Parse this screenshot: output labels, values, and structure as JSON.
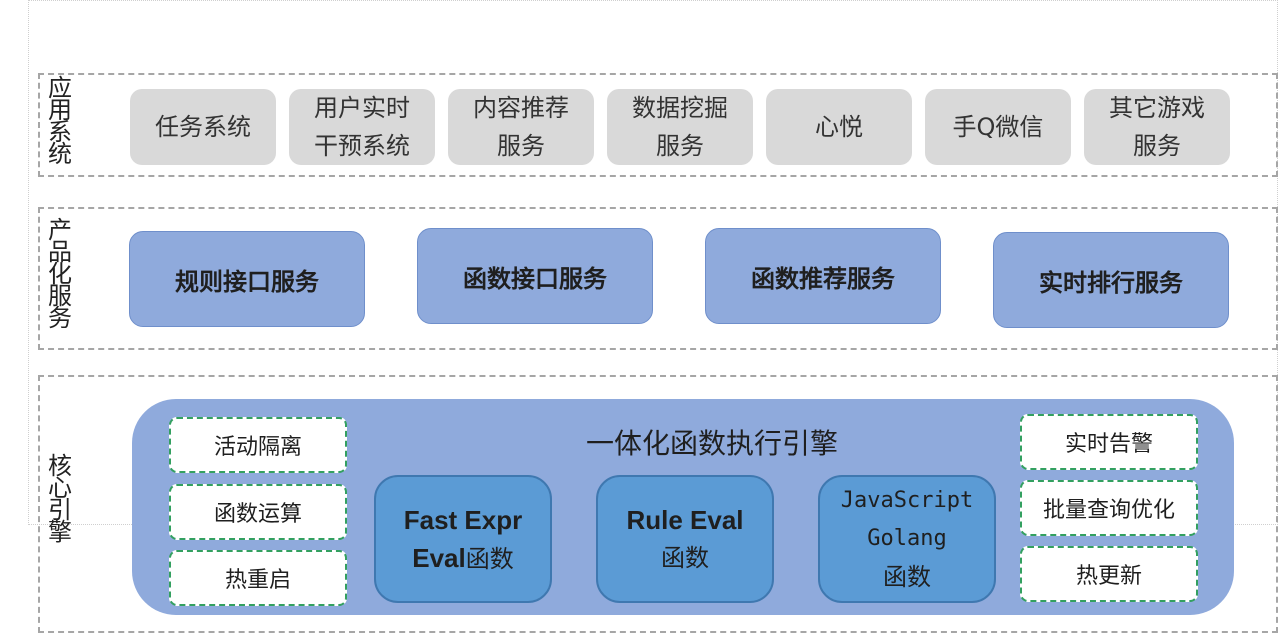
{
  "layers": {
    "app": {
      "label": [
        "应",
        "用",
        "系",
        "统"
      ],
      "boxes": [
        {
          "lines": [
            "任务系统"
          ]
        },
        {
          "lines": [
            "用户实时",
            "干预系统"
          ]
        },
        {
          "lines": [
            "内容推荐",
            "服务"
          ]
        },
        {
          "lines": [
            "数据挖掘",
            "服务"
          ]
        },
        {
          "lines": [
            "心悦"
          ]
        },
        {
          "lines": [
            "手Q微信"
          ]
        },
        {
          "lines": [
            "其它游戏",
            "服务"
          ]
        }
      ]
    },
    "product": {
      "label": [
        "产",
        "品",
        "化",
        "服",
        "务"
      ],
      "boxes": [
        "规则接口服务",
        "函数接口服务",
        "函数推荐服务",
        "实时排行服务"
      ]
    },
    "core": {
      "label": [
        "核",
        "心",
        "引",
        "擎"
      ],
      "engine_title": "一体化函数执行引擎",
      "left_features": [
        "活动隔离",
        "函数运算",
        "热重启"
      ],
      "right_features": [
        "实时告警",
        "批量查询优化",
        "热更新"
      ],
      "functions": [
        {
          "line1": "Fast Expr",
          "line2_en": "Eval",
          "line2_cn": "函数"
        },
        {
          "line1": "Rule Eval",
          "line2_en": "",
          "line2_cn": "函数"
        },
        {
          "line1": "JavaScript",
          "line2_en": "Golang",
          "line2_cn": "函数"
        }
      ]
    }
  },
  "colors": {
    "app_box": "#d9d9d9",
    "product_box": "#8faadc",
    "engine_panel": "#8faadc",
    "function_box": "#5b9bd5",
    "feature_border": "#33a060",
    "layer_border": "#a6a6a6"
  }
}
